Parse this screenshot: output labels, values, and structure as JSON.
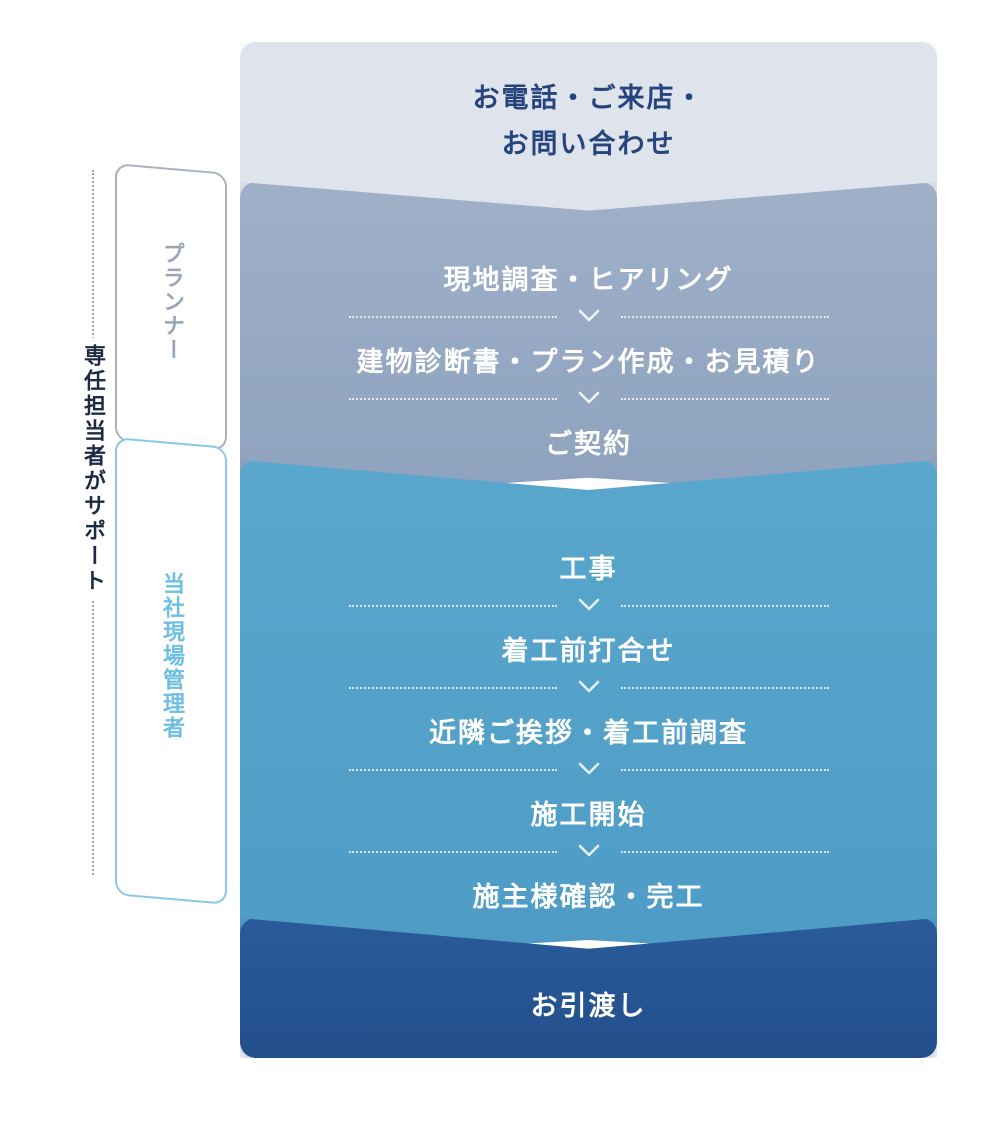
{
  "flow": {
    "contact": {
      "line1": "お電話・ご来店・",
      "line2": "お問い合わせ"
    },
    "planner_steps": [
      "現地調査・ヒアリング",
      "建物診断書・プラン作成・お見積り",
      "ご契約"
    ],
    "construction_steps": [
      "工事",
      "着工前打合せ",
      "近隣ご挨拶・着工前調査",
      "施工開始",
      "施主様確認・完工"
    ],
    "handover": "お引渡し"
  },
  "roles": {
    "planner": "プランナー",
    "site_manager": "当社現場管理者",
    "support": "専任担当者がサポート"
  },
  "colors": {
    "contact_bg": "#dfe4ec",
    "planner_bg": "#9fb0c8",
    "construction_bg": "#5aa7cd",
    "handover_bg": "#2a5b9a",
    "title_text": "#26447d"
  },
  "icons": {
    "separator": "chevron-down-icon"
  }
}
